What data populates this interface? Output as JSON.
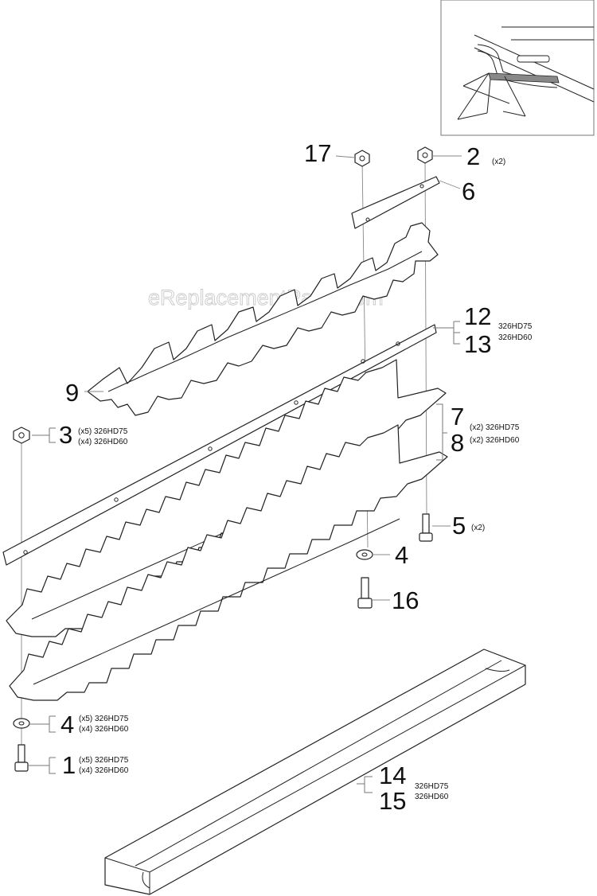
{
  "watermark": "eReplacementParts.com",
  "callouts": {
    "c17": {
      "num": "17"
    },
    "c2": {
      "num": "2",
      "qty": "(x2)"
    },
    "c6": {
      "num": "6"
    },
    "c12": {
      "num": "12",
      "model": "326HD75"
    },
    "c13": {
      "num": "13",
      "model": "326HD60"
    },
    "c9": {
      "num": "9"
    },
    "c3": {
      "num": "3",
      "l1": "(x5) 326HD75",
      "l2": "(x4) 326HD60"
    },
    "c7": {
      "num": "7",
      "l1": "(x2) 326HD75"
    },
    "c8": {
      "num": "8",
      "l2": "(x2) 326HD60"
    },
    "c5": {
      "num": "5",
      "qty": "(x2)"
    },
    "c4a": {
      "num": "4"
    },
    "c16": {
      "num": "16"
    },
    "c4b": {
      "num": "4",
      "l1": "(x5) 326HD75",
      "l2": "(x4) 326HD60"
    },
    "c1": {
      "num": "1",
      "l1": "(x5) 326HD75",
      "l2": "(x4) 326HD60"
    },
    "c14": {
      "num": "14",
      "model": "326HD75"
    },
    "c15": {
      "num": "15",
      "model": "326HD60"
    }
  }
}
